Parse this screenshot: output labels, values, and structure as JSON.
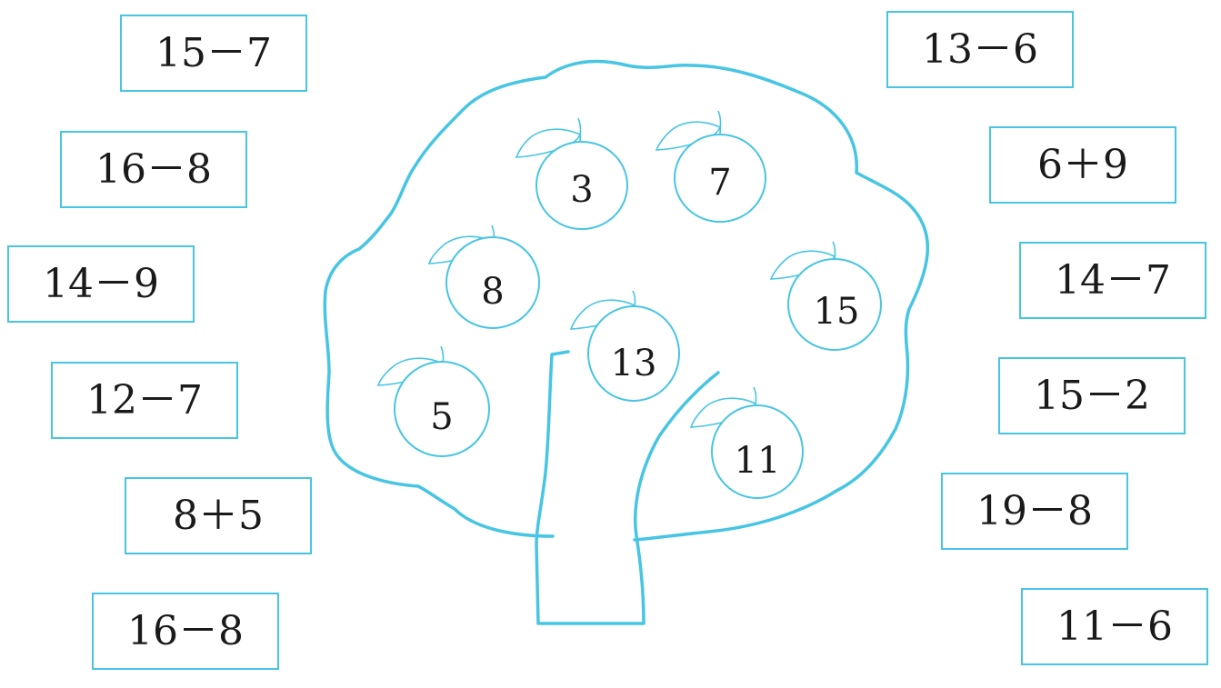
{
  "cards_left": [
    {
      "name": "card-15-minus-7",
      "text": "15－7"
    },
    {
      "name": "card-16-minus-8-top",
      "text": "16－8"
    },
    {
      "name": "card-14-minus-9",
      "text": "14－9"
    },
    {
      "name": "card-12-minus-7",
      "text": "12－7"
    },
    {
      "name": "card-8-plus-5",
      "text": "8＋5"
    },
    {
      "name": "card-16-minus-8-bottom",
      "text": "16－8"
    }
  ],
  "cards_right": [
    {
      "name": "card-13-minus-6",
      "text": "13－6"
    },
    {
      "name": "card-6-plus-9",
      "text": "6＋9"
    },
    {
      "name": "card-14-minus-7",
      "text": "14－7"
    },
    {
      "name": "card-15-minus-2",
      "text": "15－2"
    },
    {
      "name": "card-19-minus-8",
      "text": "19－8"
    },
    {
      "name": "card-11-minus-6",
      "text": "11－6"
    }
  ],
  "apples": [
    "3",
    "7",
    "8",
    "15",
    "13",
    "5",
    "11"
  ],
  "colors": {
    "outline": "#47c5e3",
    "text": "#1a1a1a"
  }
}
